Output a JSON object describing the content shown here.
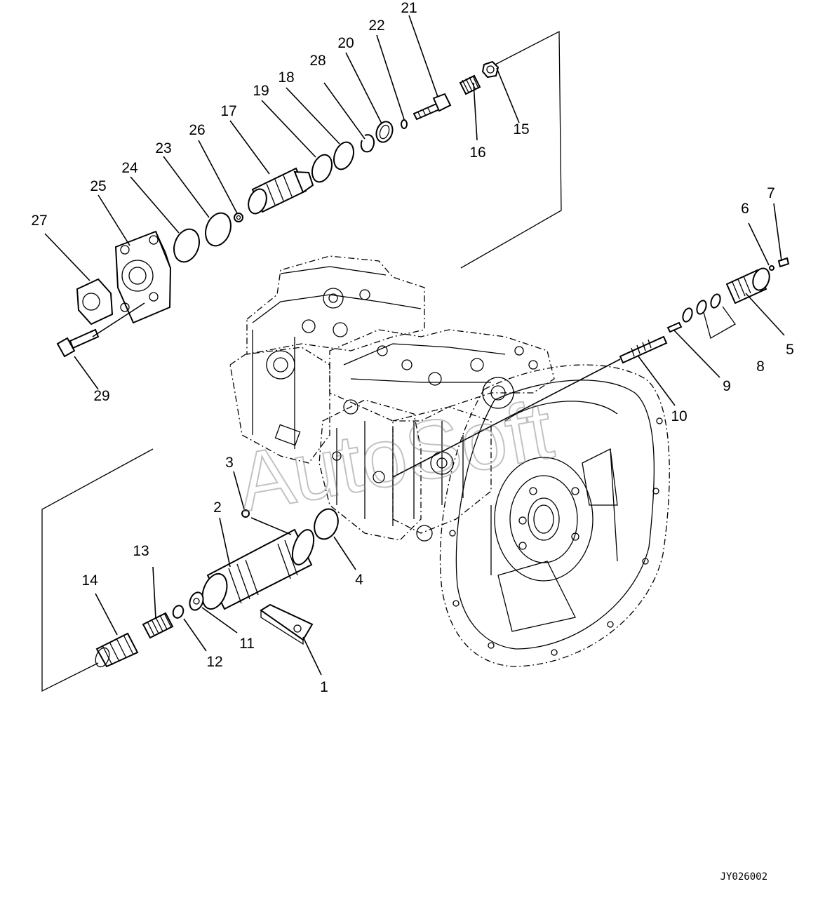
{
  "drawing_code": "JY026002",
  "watermark": "AutoSoft",
  "callouts": [
    "1",
    "2",
    "3",
    "4",
    "5",
    "6",
    "7",
    "8",
    "9",
    "10",
    "11",
    "12",
    "13",
    "14",
    "15",
    "16",
    "17",
    "18",
    "19",
    "20",
    "21",
    "22",
    "23",
    "24",
    "25",
    "26",
    "27",
    "28",
    "29"
  ]
}
